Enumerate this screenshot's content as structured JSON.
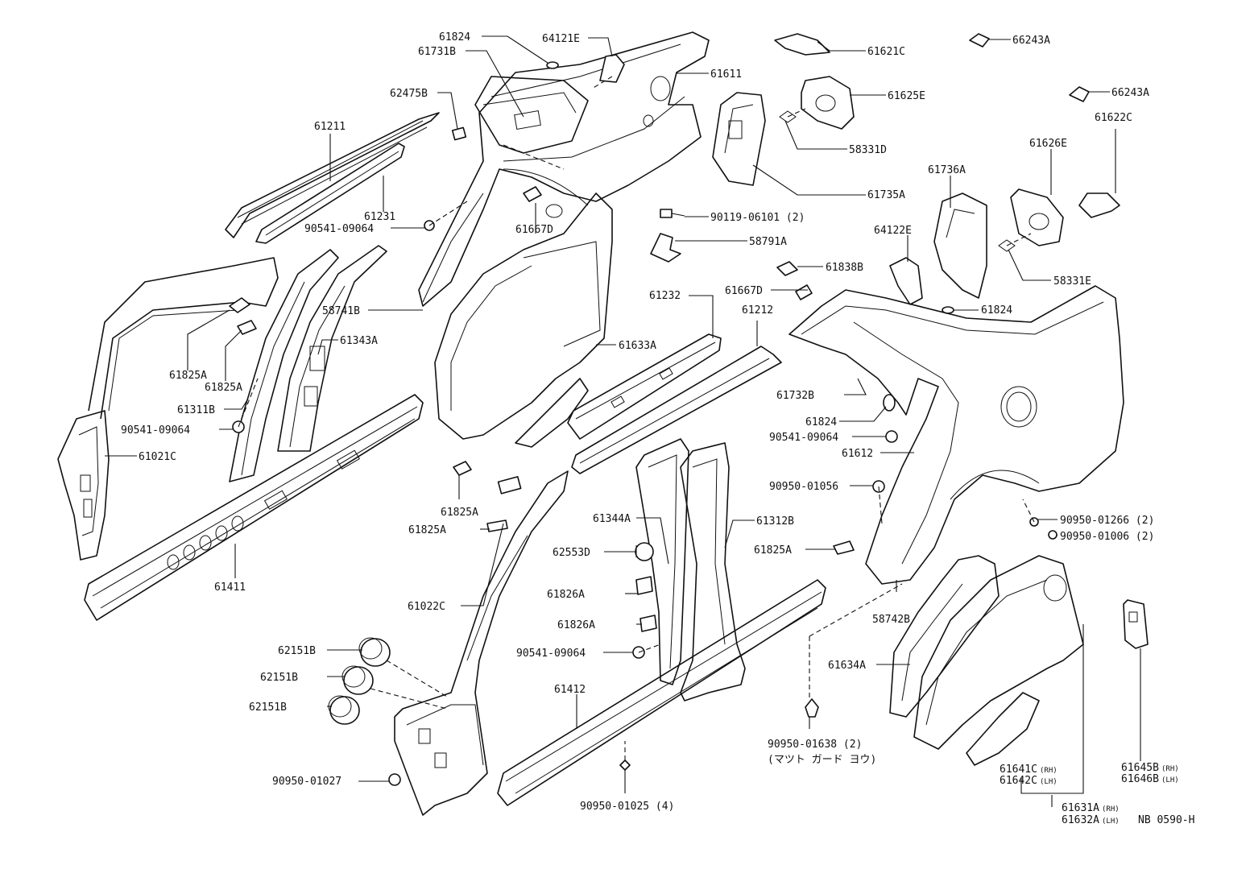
{
  "diagram": {
    "labels": [
      {
        "id": "l01",
        "text": "61824"
      },
      {
        "id": "l02",
        "text": "64121E"
      },
      {
        "id": "l03",
        "text": "61731B"
      },
      {
        "id": "l04",
        "text": "61611"
      },
      {
        "id": "l05",
        "text": "61621C"
      },
      {
        "id": "l06",
        "text": "66243A"
      },
      {
        "id": "l07",
        "text": "66243A"
      },
      {
        "id": "l08",
        "text": "62475B"
      },
      {
        "id": "l09",
        "text": "61625E"
      },
      {
        "id": "l10",
        "text": "61622C"
      },
      {
        "id": "l11",
        "text": "61211"
      },
      {
        "id": "l12",
        "text": "58331D"
      },
      {
        "id": "l13",
        "text": "61626E"
      },
      {
        "id": "l14",
        "text": "61736A"
      },
      {
        "id": "l15",
        "text": "61735A"
      },
      {
        "id": "l16",
        "text": "61231"
      },
      {
        "id": "l17",
        "text": "90119-06101 (2)"
      },
      {
        "id": "l18",
        "text": "90541-09064"
      },
      {
        "id": "l19",
        "text": "61667D"
      },
      {
        "id": "l20",
        "text": "64122E"
      },
      {
        "id": "l21",
        "text": "58791A"
      },
      {
        "id": "l22",
        "text": "61838B"
      },
      {
        "id": "l23",
        "text": "58331E"
      },
      {
        "id": "l24",
        "text": "61667D"
      },
      {
        "id": "l25",
        "text": "58741B"
      },
      {
        "id": "l26",
        "text": "61232"
      },
      {
        "id": "l27",
        "text": "61824"
      },
      {
        "id": "l28",
        "text": "61212"
      },
      {
        "id": "l29",
        "text": "61343A"
      },
      {
        "id": "l30",
        "text": "61633A"
      },
      {
        "id": "l31",
        "text": "61825A"
      },
      {
        "id": "l32",
        "text": "61825A"
      },
      {
        "id": "l33",
        "text": "61732B"
      },
      {
        "id": "l34",
        "text": "61311B"
      },
      {
        "id": "l35",
        "text": "61824"
      },
      {
        "id": "l36",
        "text": "90541-09064"
      },
      {
        "id": "l37",
        "text": "90541-09064"
      },
      {
        "id": "l38",
        "text": "61612"
      },
      {
        "id": "l39",
        "text": "61021C"
      },
      {
        "id": "l40",
        "text": "90950-01056"
      },
      {
        "id": "l41",
        "text": "61825A"
      },
      {
        "id": "l42",
        "text": "61825A"
      },
      {
        "id": "l43",
        "text": "61344A"
      },
      {
        "id": "l44",
        "text": "61312B"
      },
      {
        "id": "l45",
        "text": "90950-01266 (2)"
      },
      {
        "id": "l46",
        "text": "90950-01006 (2)"
      },
      {
        "id": "l47",
        "text": "62553D"
      },
      {
        "id": "l48",
        "text": "61825A"
      },
      {
        "id": "l49",
        "text": "61411"
      },
      {
        "id": "l50",
        "text": "61022C"
      },
      {
        "id": "l51",
        "text": "61826A"
      },
      {
        "id": "l52",
        "text": "58742B"
      },
      {
        "id": "l53",
        "text": "61826A"
      },
      {
        "id": "l54",
        "text": "62151B"
      },
      {
        "id": "l55",
        "text": "90541-09064"
      },
      {
        "id": "l56",
        "text": "62151B"
      },
      {
        "id": "l57",
        "text": "61634A"
      },
      {
        "id": "l58",
        "text": "61412"
      },
      {
        "id": "l59",
        "text": "62151B"
      },
      {
        "id": "l60",
        "text": "90950-01638 (2)"
      },
      {
        "id": "l61",
        "text": "(マツト ガード ヨウ)"
      },
      {
        "id": "l62",
        "text": "90950-01027"
      },
      {
        "id": "l63",
        "text": "90950-01025 (4)"
      }
    ],
    "sub_labels": [
      {
        "id": "s01",
        "code": "61641C",
        "side": "(RH)"
      },
      {
        "id": "s02",
        "code": "61642C",
        "side": "(LH)"
      },
      {
        "id": "s03",
        "code": "61645B",
        "side": "(RH)"
      },
      {
        "id": "s04",
        "code": "61646B",
        "side": "(LH)"
      },
      {
        "id": "s05",
        "code": "61631A",
        "side": "(RH)"
      },
      {
        "id": "s06",
        "code": "61632A",
        "side": "(LH)"
      }
    ],
    "drawing_code": "NB 0590-H"
  }
}
